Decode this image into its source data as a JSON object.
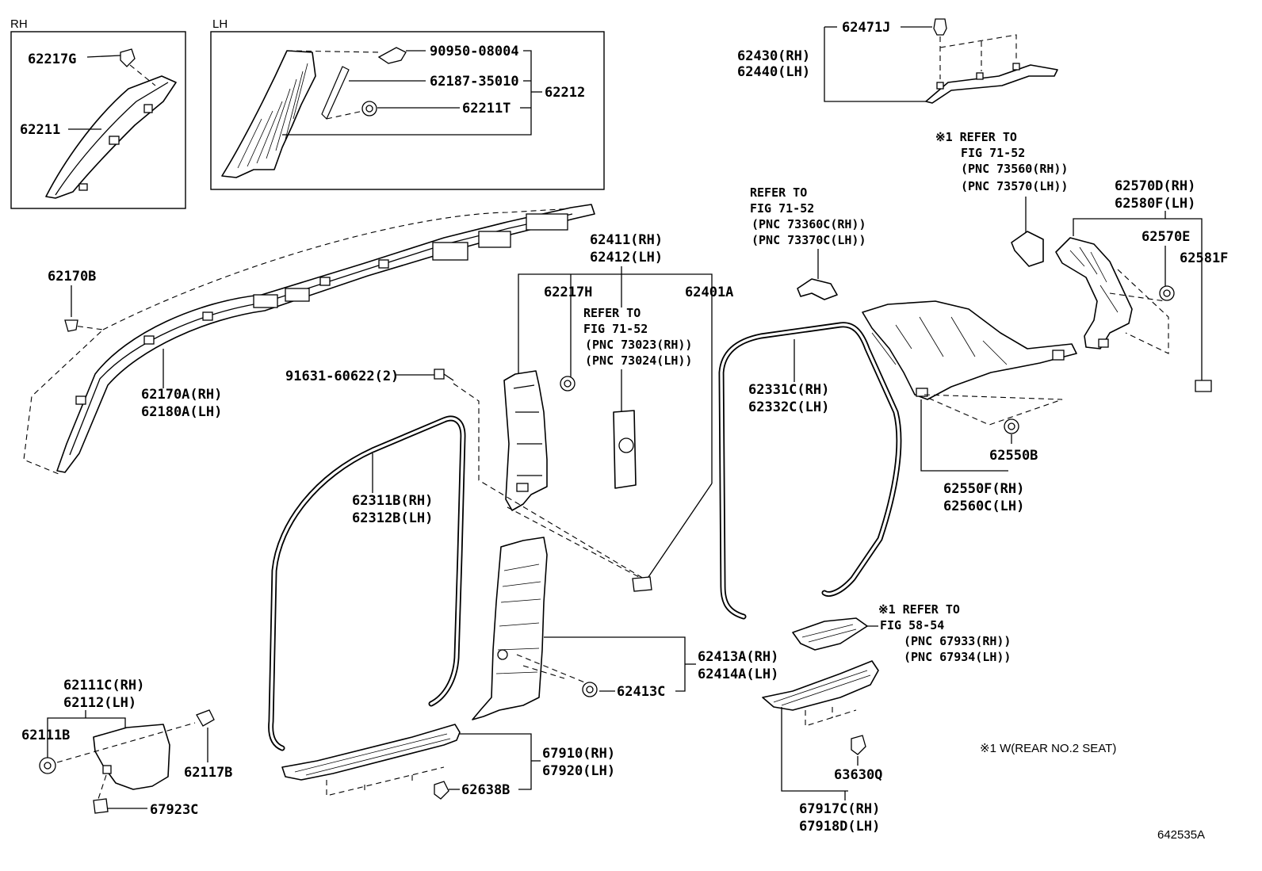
{
  "diagram_id": "642535A",
  "groups": {
    "rh": "RH",
    "lh": "LH"
  },
  "labels": {
    "l62217G": "62217G",
    "l62211": "62211",
    "l90950": "90950-08004",
    "l62187": "62187-35010",
    "l62211T": "62211T",
    "l62212": "62212",
    "l62471J": "62471J",
    "l62430": "62430(RH)",
    "l62440": "62440(LH)",
    "l62170B": "62170B",
    "l62170A": "62170A(RH)",
    "l62180A": "62180A(LH)",
    "l62411": "62411(RH)",
    "l62412": "62412(LH)",
    "l62217H": "62217H",
    "l62401A": "62401A",
    "l91631": "91631-60622(2)",
    "l62311B": "62311B(RH)",
    "l62312B": "62312B(LH)",
    "l62331C": "62331C(RH)",
    "l62332C": "62332C(LH)",
    "l62570D": "62570D(RH)",
    "l62580F": "62580F(LH)",
    "l62570E": "62570E",
    "l62581F": "62581F",
    "l62550B": "62550B",
    "l62550F": "62550F(RH)",
    "l62560C": "62560C(LH)",
    "l62413A": "62413A(RH)",
    "l62414A": "62414A(LH)",
    "l62413C": "62413C",
    "l62111C": "62111C(RH)",
    "l62112": "62112(LH)",
    "l62111B": "62111B",
    "l62117B": "62117B",
    "l67923C": "67923C",
    "l67910": "67910(RH)",
    "l67920": "67920(LH)",
    "l62638B": "62638B",
    "l63630Q": "63630Q",
    "l67917C": "67917C(RH)",
    "l67918D": "67918D(LH)"
  },
  "notes": {
    "n1": [
      "REFER TO",
      "FIG 71-52",
      "(PNC 73023(RH))",
      "(PNC 73024(LH))"
    ],
    "n2": [
      "REFER TO",
      "FIG 71-52",
      "(PNC 73360C(RH))",
      "(PNC 73370C(LH))"
    ],
    "n3": [
      "※1 REFER TO",
      "FIG 71-52",
      "(PNC 73560(RH))",
      "(PNC 73570(LH))"
    ],
    "n4": [
      "※1 REFER TO",
      "FIG 58-54",
      "(PNC 67933(RH))",
      "(PNC 67934(LH))"
    ]
  },
  "footnote": "※1  W(REAR NO.2 SEAT)"
}
